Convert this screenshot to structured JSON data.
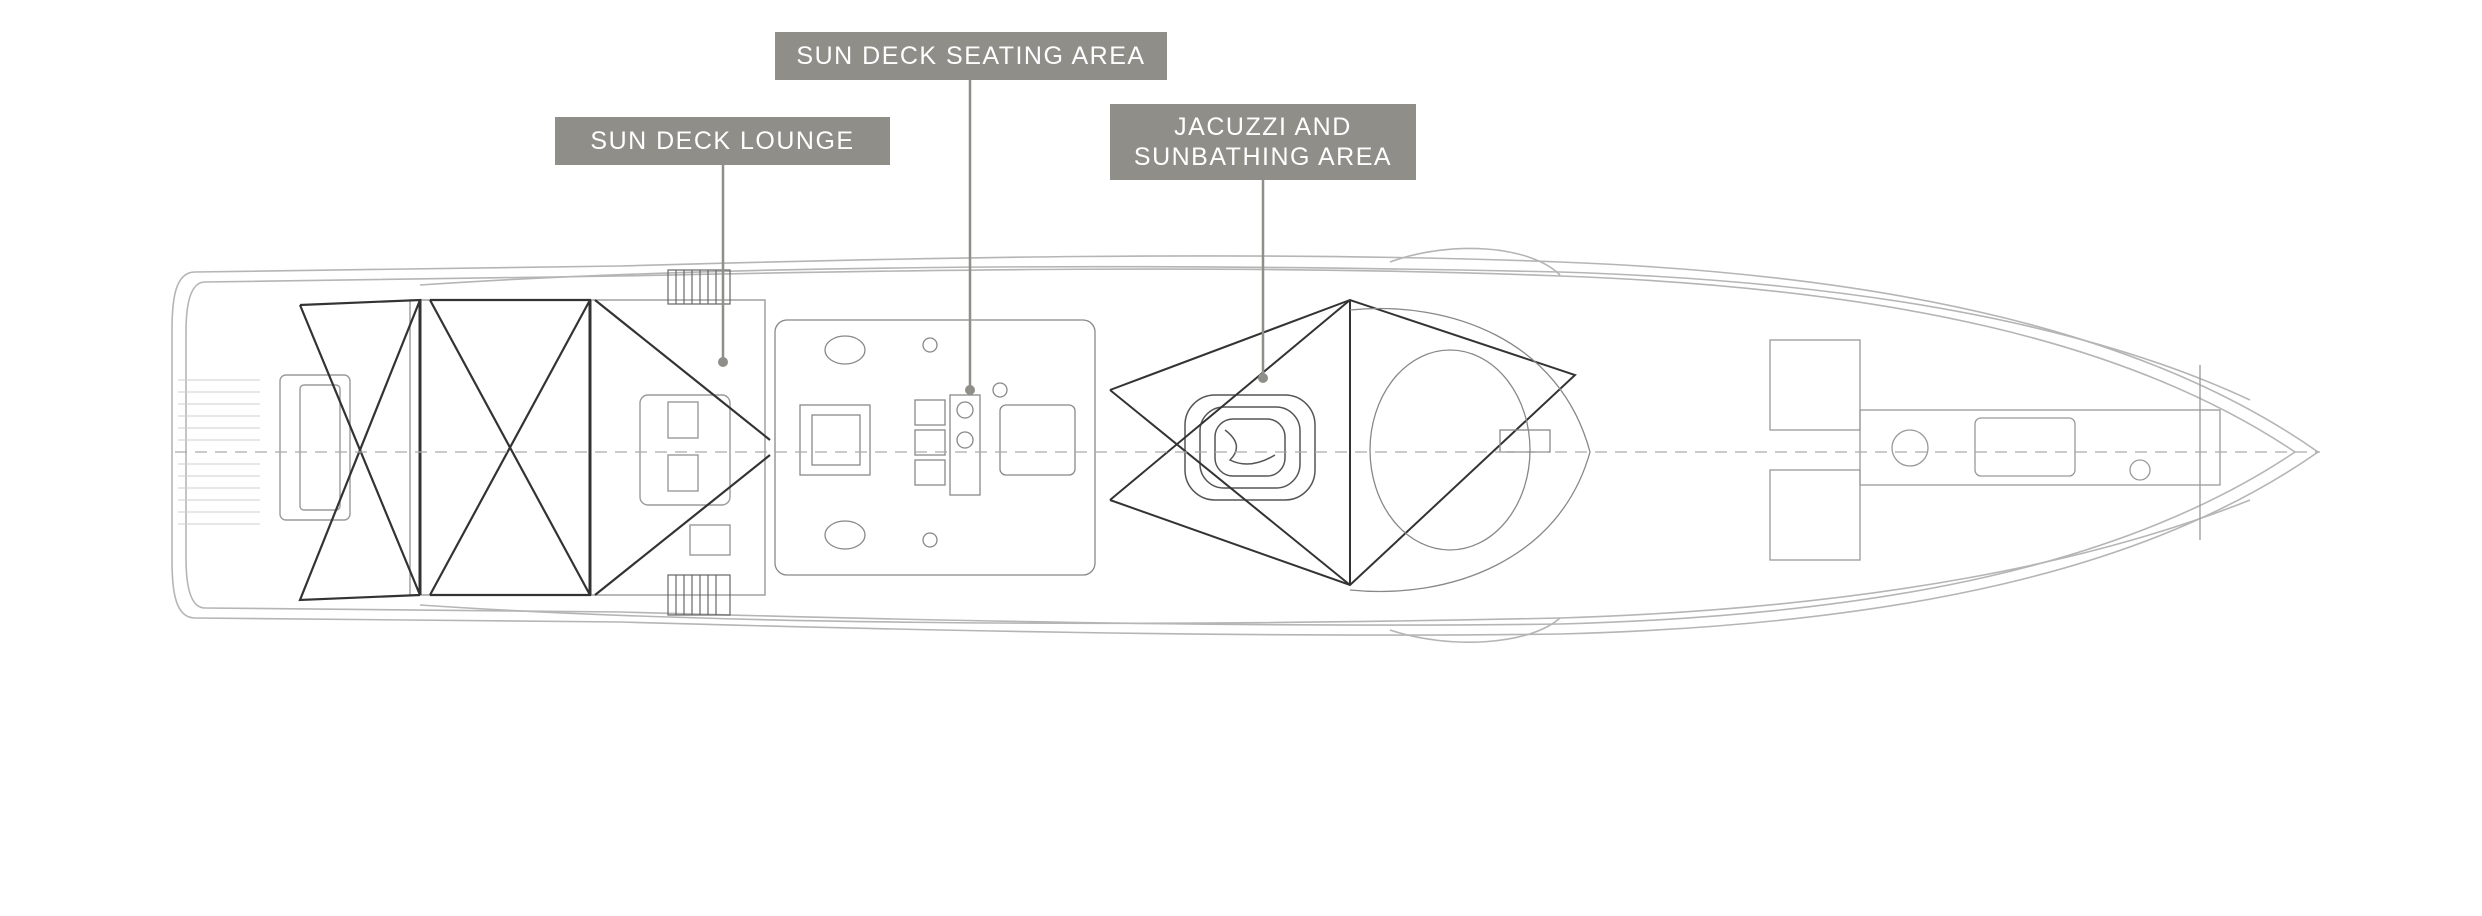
{
  "plan": {
    "labels": {
      "seating": "SUN DECK SEATING AREA",
      "lounge": "SUN DECK LOUNGE",
      "jacuzzi": "JACUZZI AND\nSUNBATHING AREA"
    }
  },
  "colors": {
    "label_background": "#8f8e89",
    "label_text": "#ffffff",
    "line_light": "#b8b8b8",
    "line_dark": "#333333",
    "leader": "#8f8e89"
  }
}
